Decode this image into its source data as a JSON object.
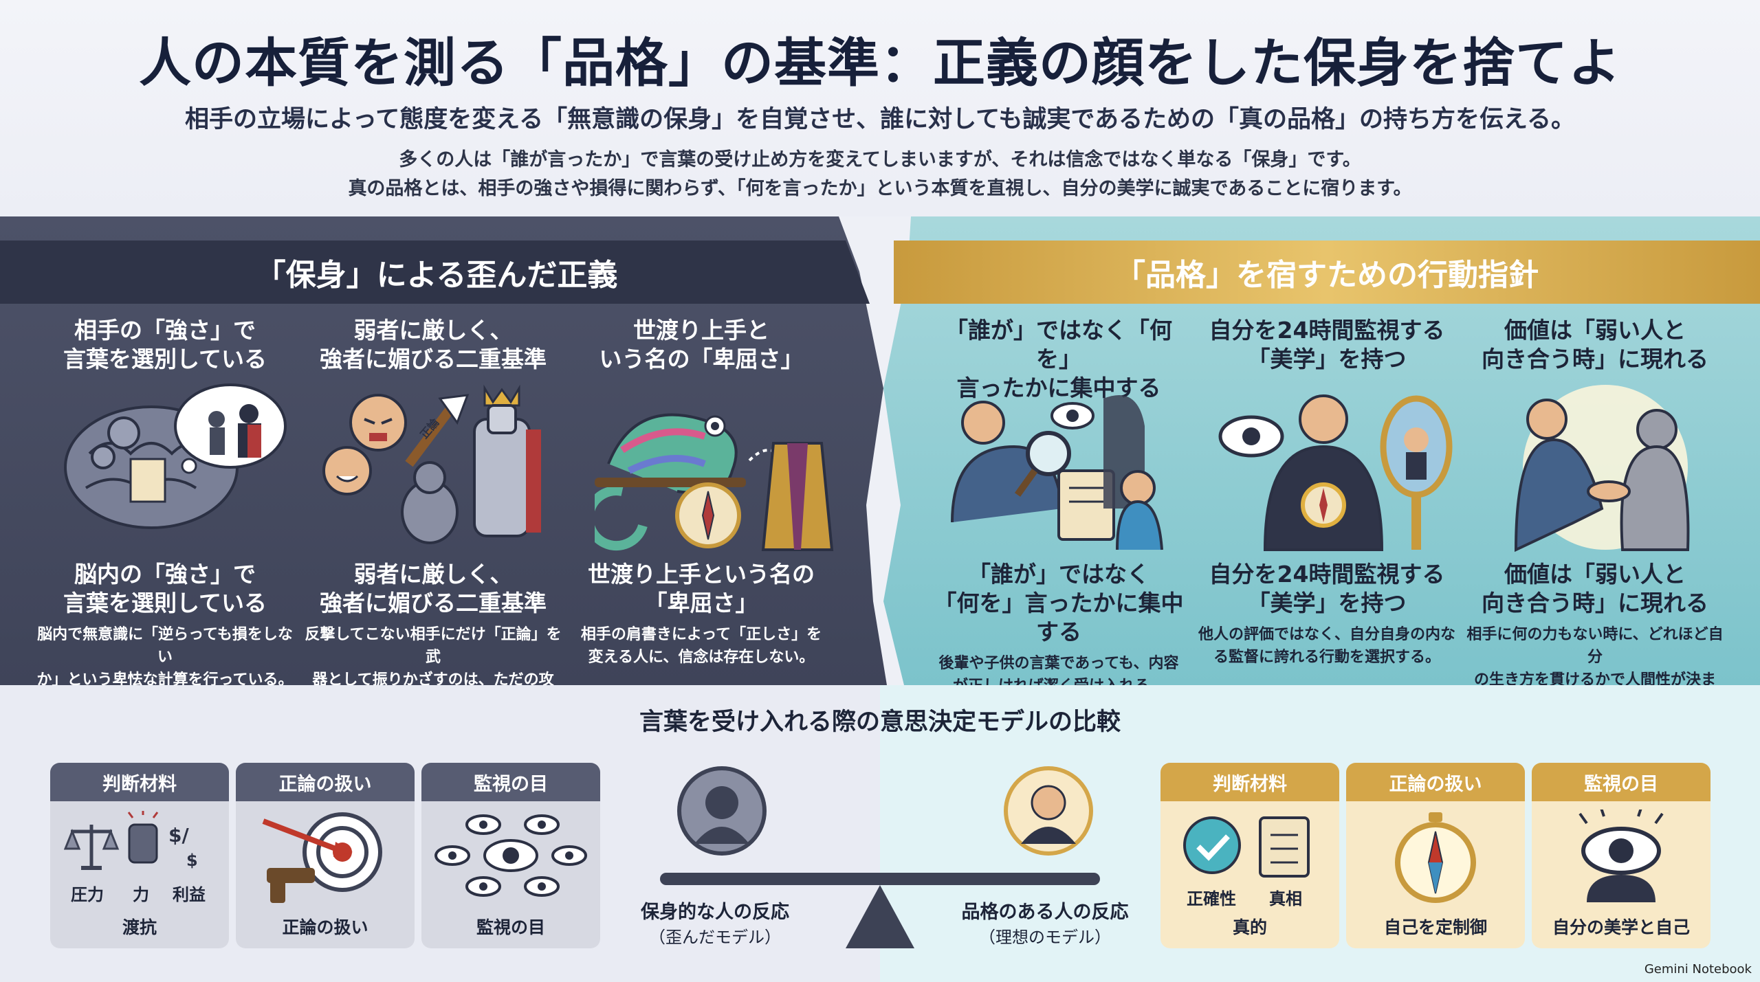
{
  "header": {
    "title": "人の本質を測る「品格」の基準：正義の顔をした保身を捨てよ",
    "subtitle": "相手の立場によって態度を変える「無意識の保身」を自覚させ、誰に対しても誠実であるための「真の品格」の持ち方を伝える。",
    "intro_1": "多くの人は「誰が言ったか」で言葉の受け止め方を変えてしまいますが、それは信念ではなく単なる「保身」です。",
    "intro_2": "真の品格とは、相手の強さや損得に関わらず、「何を言ったか」という本質を直視し、自分の美学に誠実であることに宿ります。"
  },
  "left_section": {
    "title": "「保身」による歪んだ正義",
    "cards": [
      {
        "heading_top": "相手の「強さ」で\n言葉を選別している",
        "heading_bottom": "脳内の「強さ」で\n言葉を選則している",
        "description": "脳内で無意識に「逆らっても損をしない\nか」という卑怯な計算を行っている。"
      },
      {
        "heading_top": "弱者に厳しく、\n強者に媚びる二重基準",
        "heading_bottom": "弱者に厳しく、\n強者に媚びる二重基準",
        "description": "反撃してこない相手にだけ「正論」を武\n器として振りかざすのは、ただの攻撃。",
        "arrow_label": "正論"
      },
      {
        "heading_top": "世渡り上手と\nいう名の「卑屈さ」",
        "heading_bottom": "世渡り上手という名の\n「卑屈さ」",
        "description": "相手の肩書きによって「正しさ」を\n変える人に、信念は存在しない。"
      }
    ]
  },
  "right_section": {
    "title": "「品格」を宿すための行動指針",
    "cards": [
      {
        "heading_top": "「誰が」ではなく「何を」\n言ったかに集中する",
        "heading_bottom": "「誰が」ではなく\n「何を」言ったかに集中する",
        "description": "後輩や子供の言葉であっても、内容\nが正しければ潔く受け入れる。"
      },
      {
        "heading_top": "自分を24時間監視する\n「美学」を持つ",
        "heading_bottom": "自分を24時間監視する\n「美学」を持つ",
        "description": "他人の評価ではなく、自分自身の内な\nる監督に誇れる行動を選択する。"
      },
      {
        "heading_top": "価値は「弱い人と\n向き合う時」に現れる",
        "heading_bottom": "価値は「弱い人と\n向き合う時」に現れる",
        "description": "相手に何の力もない時に、どれほど自分\nの生き方を貫けるかで人間性が決まる。"
      }
    ]
  },
  "comparison": {
    "title": "言葉を受け入れる際の意思決定モデルの比較",
    "left_boxes": [
      {
        "header": "判断材料",
        "labels": [
          "圧力",
          "力",
          "利益"
        ],
        "footer": "渡抗"
      },
      {
        "header": "正論の扱い",
        "footer": "正論の扱い"
      },
      {
        "header": "監視の目",
        "footer": "監視の目"
      }
    ],
    "right_boxes": [
      {
        "header": "判断材料",
        "labels": [
          "正確性",
          "真相"
        ],
        "footer": "真的"
      },
      {
        "header": "正論の扱い",
        "footer": "自己を定制御"
      },
      {
        "header": "監視の目",
        "footer": "自分の美学と自己"
      }
    ],
    "left_person": {
      "label": "保身的な人の反応",
      "sub": "（歪んだモデル）"
    },
    "right_person": {
      "label": "品格のある人の反応",
      "sub": "（理想のモデル）"
    }
  },
  "footer": {
    "brand": "Gemini Notebook"
  },
  "colors": {
    "dark_panel": "#474c62",
    "teal_panel": "#8fcdd3",
    "gold": "#d4a649",
    "navy_text": "#17203a"
  },
  "icons": [
    "brain-icon",
    "thought-bubble-icon",
    "angry-face-icon",
    "knight-icon",
    "chameleon-icon",
    "compass-icon",
    "magnifier-icon",
    "eye-icon",
    "mirror-icon",
    "handshake-icon",
    "scale-icon",
    "fist-icon",
    "target-icon",
    "checkmark-icon",
    "scroll-icon",
    "seesaw-icon"
  ]
}
